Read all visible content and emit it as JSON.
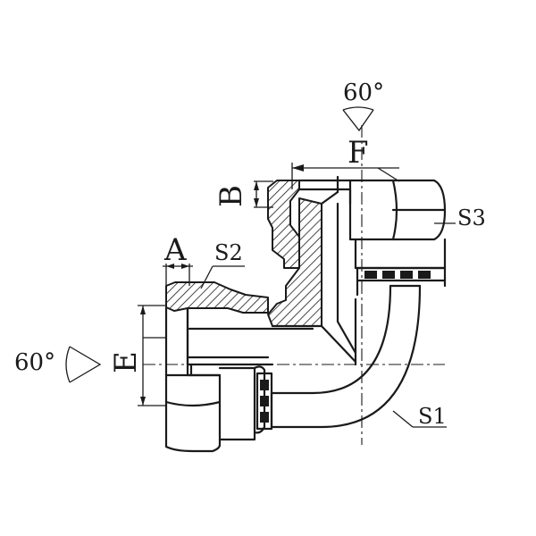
{
  "diagram": {
    "labels": {
      "angle_top": "60°",
      "angle_left": "60°",
      "f": "F",
      "b": "B",
      "a": "A",
      "e": "E",
      "s1": "S1",
      "s2": "S2",
      "s3": "S3"
    }
  }
}
